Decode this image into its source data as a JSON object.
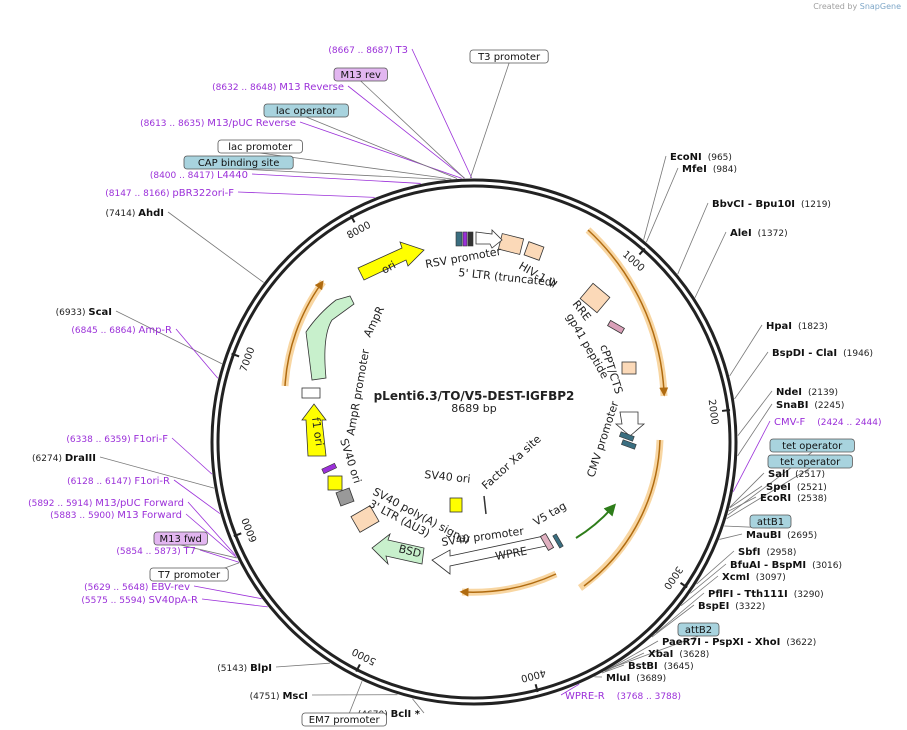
{
  "credit": {
    "created_by": "Created by",
    "brand": "SnapGene"
  },
  "map": {
    "name": "pLenti6.3/TO/V5-DEST-IGFBP2",
    "length_label": "8689 bp",
    "total_bp": 8689,
    "colors": {
      "backbone": "#222222",
      "primer": "#9b30d9",
      "feature_box_blue": "#a8d3de",
      "feature_box_purple": "#e2b6f0",
      "highlight": "#f5c57a"
    }
  },
  "ticks": [
    {
      "bp": 1000,
      "label": "1000"
    },
    {
      "bp": 2000,
      "label": "2000"
    },
    {
      "bp": 3000,
      "label": "3000"
    },
    {
      "bp": 4000,
      "label": "4000"
    },
    {
      "bp": 5000,
      "label": "5000"
    },
    {
      "bp": 6000,
      "label": "6000"
    },
    {
      "bp": 7000,
      "label": "7000"
    },
    {
      "bp": 8000,
      "label": "8000"
    }
  ],
  "enzymes": [
    {
      "name": "EcoNI",
      "pos": "(965)",
      "bp": 965
    },
    {
      "name": "MfeI",
      "pos": "(984)",
      "bp": 984
    },
    {
      "name": "BbvCI   - Bpu10I",
      "pos": "(1219)",
      "bp": 1219
    },
    {
      "name": "AleI",
      "pos": "(1372)",
      "bp": 1372
    },
    {
      "name": "HpaI",
      "pos": "(1823)",
      "bp": 1823
    },
    {
      "name": "BspDI   - ClaI",
      "pos": "(1946)",
      "bp": 1946
    },
    {
      "name": "NdeI",
      "pos": "(2139)",
      "bp": 2139
    },
    {
      "name": "SnaBI",
      "pos": "(2245)",
      "bp": 2245
    },
    {
      "name": "SalI",
      "pos": "(2517)",
      "bp": 2517
    },
    {
      "name": "SpeI",
      "pos": "(2521)",
      "bp": 2521
    },
    {
      "name": "EcoRI",
      "pos": "(2538)",
      "bp": 2538
    },
    {
      "name": "MauBI",
      "pos": "(2695)",
      "bp": 2695
    },
    {
      "name": "SbfI",
      "pos": "(2958)",
      "bp": 2958
    },
    {
      "name": "BfuAI   - BspMI",
      "pos": "(3016)",
      "bp": 3016
    },
    {
      "name": "XcmI",
      "pos": "(3097)",
      "bp": 3097
    },
    {
      "name": "PflFI   - Tth111I",
      "pos": "(3290)",
      "bp": 3290
    },
    {
      "name": "BspEI",
      "pos": "(3322)",
      "bp": 3322
    },
    {
      "name": "PaeR7I   - PspXI   - XhoI",
      "pos": "(3622)",
      "bp": 3622
    },
    {
      "name": "XbaI",
      "pos": "(3628)",
      "bp": 3628
    },
    {
      "name": "BstBI",
      "pos": "(3645)",
      "bp": 3645
    },
    {
      "name": "MluI",
      "pos": "(3689)",
      "bp": 3689
    },
    {
      "name": "BclI *",
      "pos": "(4670)",
      "bp": 4670
    },
    {
      "name": "MscI",
      "pos": "(4751)",
      "bp": 4751
    },
    {
      "name": "BlpI",
      "pos": "(5143)",
      "bp": 5143
    },
    {
      "name": "DraIII",
      "pos": "(6274)",
      "bp": 6274
    },
    {
      "name": "ScaI",
      "pos": "(6933)",
      "bp": 6933
    },
    {
      "name": "AhdI",
      "pos": "(7414)",
      "bp": 7414
    }
  ],
  "primers": [
    {
      "name": "T3",
      "pos": "(8667 .. 8687)",
      "bp": 8677
    },
    {
      "name": "M13 Reverse",
      "pos": "(8632 .. 8648)",
      "bp": 8640
    },
    {
      "name": "M13/pUC Reverse",
      "pos": "(8613 .. 8635)",
      "bp": 8624
    },
    {
      "name": "L4440",
      "pos": "(8400 .. 8417)",
      "bp": 8408
    },
    {
      "name": "pBR322ori-F",
      "pos": "(8147 .. 8166)",
      "bp": 8156
    },
    {
      "name": "Amp-R",
      "pos": "(6845 .. 6864)",
      "bp": 6854
    },
    {
      "name": "F1ori-F",
      "pos": "(6338 .. 6359)",
      "bp": 6348
    },
    {
      "name": "F1ori-R",
      "pos": "(6128 .. 6147)",
      "bp": 6137
    },
    {
      "name": "M13/pUC Forward",
      "pos": "(5892 .. 5914)",
      "bp": 5903
    },
    {
      "name": "M13 Forward",
      "pos": "(5883 .. 5900)",
      "bp": 5891
    },
    {
      "name": "T7",
      "pos": "(5854 .. 5873)",
      "bp": 5863
    },
    {
      "name": "EBV-rev",
      "pos": "(5629 .. 5648)",
      "bp": 5638
    },
    {
      "name": "SV40pA-R",
      "pos": "(5575 .. 5594)",
      "bp": 5584
    },
    {
      "name": "CMV-F",
      "pos": "(2424 .. 2444)",
      "bp": 2434
    },
    {
      "name": "WPRE-R",
      "pos": "(3768 .. 3788)",
      "bp": 3778
    }
  ],
  "boxed_labels": [
    {
      "name": "T3 promoter",
      "style": "white",
      "bp": 8670
    },
    {
      "name": "M13 rev",
      "style": "purple",
      "bp": 8638
    },
    {
      "name": "lac operator",
      "style": "blue",
      "bp": 8600
    },
    {
      "name": "lac promoter",
      "style": "white",
      "bp": 8570
    },
    {
      "name": "CAP binding site",
      "style": "blue",
      "bp": 8540
    },
    {
      "name": "tet operator",
      "style": "blue",
      "bp": 2560
    },
    {
      "name": "tet operator",
      "style": "blue",
      "bp": 2580
    },
    {
      "name": "attB1",
      "style": "blue",
      "bp": 2620
    },
    {
      "name": "attB2",
      "style": "blue",
      "bp": 3600
    },
    {
      "name": "M13 fwd",
      "style": "purple",
      "bp": 5888
    },
    {
      "name": "T7 promoter",
      "style": "white",
      "bp": 5860
    },
    {
      "name": "EM7 promoter",
      "style": "white",
      "bp": 4950
    }
  ],
  "features_inner": [
    {
      "name": "RSV promoter"
    },
    {
      "name": "5' LTR (truncated)"
    },
    {
      "name": "HIV-1 Ψ"
    },
    {
      "name": "RRE"
    },
    {
      "name": "gp41 peptide"
    },
    {
      "name": "cPPT/CTS"
    },
    {
      "name": "CMV promoter"
    },
    {
      "name": "V5 tag"
    },
    {
      "name": "WPRE"
    },
    {
      "name": "SV40 promoter"
    },
    {
      "name": "BSD"
    },
    {
      "name": "3' LTR (ΔU3)"
    },
    {
      "name": "SV40 poly(A) signal"
    },
    {
      "name": "SV40 ori"
    },
    {
      "name": "Factor Xa site"
    },
    {
      "name": "SV40 ori"
    },
    {
      "name": "f1 ori"
    },
    {
      "name": "AmpR promoter"
    },
    {
      "name": "AmpR"
    },
    {
      "name": "ori"
    }
  ]
}
